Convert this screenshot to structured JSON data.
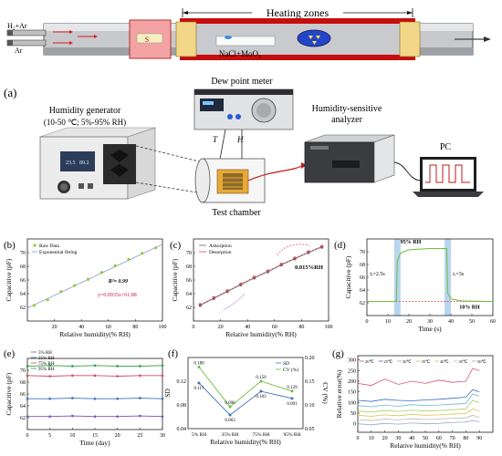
{
  "furnace": {
    "heating_zones_label": "Heating zones",
    "gas_label": "H₂+Ar",
    "ar_label": "Ar",
    "boat_label": "S",
    "material_label": "NaCl+MoO₃"
  },
  "setup": {
    "panel_label": "(a)",
    "humidity_generator": "Humidity generator",
    "humidity_range": "(10-50 ℃; 5%-95% RH)",
    "dew_point_meter": "Dew point meter",
    "analyzer_line1": "Humidity-sensitive",
    "analyzer_line2": "analyzer",
    "pc": "PC",
    "test_chamber": "Test chamber",
    "t_label": "T",
    "h_label": "H"
  },
  "chart_data": [
    {
      "id": "b",
      "panel_label": "(b)",
      "type": "scatter",
      "xlabel": "Relative humidity(% RH)",
      "ylabel": "Capacitive (pF)",
      "xlim": [
        0,
        100
      ],
      "ylim": [
        60,
        72
      ],
      "xticks": [
        20,
        40,
        60,
        80,
        100
      ],
      "yticks": [
        62,
        64,
        66,
        68,
        70
      ],
      "legend": [
        "Raw Data",
        "Exponential fitting"
      ],
      "r2": "R²= 0.99",
      "equation": "y=0.0935x+61.88",
      "points": [
        [
          5,
          62.3
        ],
        [
          15,
          63.1
        ],
        [
          25,
          64.3
        ],
        [
          35,
          65.2
        ],
        [
          45,
          66.1
        ],
        [
          55,
          67.1
        ],
        [
          65,
          68.1
        ],
        [
          75,
          69.0
        ],
        [
          85,
          69.9
        ],
        [
          95,
          70.7
        ]
      ],
      "fit": [
        [
          0,
          61.88
        ],
        [
          100,
          71.23
        ]
      ]
    },
    {
      "id": "c",
      "panel_label": "(c)",
      "type": "line",
      "xlabel": "Relative humidity(% RH)",
      "ylabel": "Capacitive (pF)",
      "xlim": [
        0,
        100
      ],
      "ylim": [
        60,
        72
      ],
      "xticks": [
        0,
        20,
        40,
        60,
        80,
        100
      ],
      "yticks": [
        62,
        64,
        66,
        68,
        70
      ],
      "legend": [
        "Adsorption",
        "Desorption"
      ],
      "annotation": "0.015%RH",
      "series": [
        {
          "name": "Adsorption",
          "values": [
            [
              5,
              62.3
            ],
            [
              15,
              63.3
            ],
            [
              25,
              64.3
            ],
            [
              35,
              65.3
            ],
            [
              45,
              66.3
            ],
            [
              55,
              67.2
            ],
            [
              65,
              68.2
            ],
            [
              75,
              69.1
            ],
            [
              85,
              70.0
            ],
            [
              95,
              70.8
            ]
          ]
        },
        {
          "name": "Desorption",
          "values": [
            [
              5,
              62.4
            ],
            [
              15,
              63.4
            ],
            [
              25,
              64.4
            ],
            [
              35,
              65.4
            ],
            [
              45,
              66.4
            ],
            [
              55,
              67.3
            ],
            [
              65,
              68.3
            ],
            [
              75,
              69.2
            ],
            [
              85,
              70.1
            ],
            [
              95,
              70.9
            ]
          ]
        }
      ]
    },
    {
      "id": "d",
      "panel_label": "(d)",
      "type": "line",
      "xlabel": "Time (s)",
      "ylabel": "Capacitive (pF)",
      "xlim": [
        0,
        60
      ],
      "ylim": [
        60,
        72
      ],
      "xticks": [
        0,
        10,
        20,
        30,
        40,
        50,
        60
      ],
      "yticks": [
        62,
        64,
        66,
        68,
        70
      ],
      "annotations": [
        "95% RH",
        "10% RH",
        "tᵣ=2.5s",
        "tᵣ=3s"
      ],
      "values": [
        [
          0,
          62.2
        ],
        [
          14,
          62.2
        ],
        [
          14.5,
          68.5
        ],
        [
          16,
          69.8
        ],
        [
          20,
          70.3
        ],
        [
          30,
          70.5
        ],
        [
          38,
          70.5
        ],
        [
          38.5,
          63.5
        ],
        [
          40,
          62.6
        ],
        [
          45,
          62.3
        ],
        [
          60,
          62.2
        ]
      ]
    },
    {
      "id": "e",
      "panel_label": "(e)",
      "type": "line",
      "xlabel": "Time (day)",
      "ylabel": "Capacitive (pF)",
      "xlim": [
        0,
        30
      ],
      "ylim": [
        60,
        72
      ],
      "xticks": [
        0,
        5,
        10,
        15,
        20,
        25,
        30
      ],
      "yticks": [
        62,
        64,
        66,
        68,
        70
      ],
      "legend": [
        "5% RH",
        "35% RH",
        "75% RH",
        "95% RH"
      ],
      "x": [
        0,
        5,
        10,
        15,
        20,
        25,
        30
      ],
      "series": [
        {
          "name": "5% RH",
          "values": [
            62.2,
            62.2,
            62.3,
            62.2,
            62.2,
            62.3,
            62.2
          ]
        },
        {
          "name": "35% RH",
          "values": [
            65.2,
            65.2,
            65.3,
            65.2,
            65.2,
            65.3,
            65.2
          ]
        },
        {
          "name": "75% RH",
          "values": [
            69.1,
            69.0,
            69.1,
            69.1,
            69.0,
            69.1,
            69.1
          ]
        },
        {
          "name": "95% RH",
          "values": [
            70.7,
            70.8,
            70.7,
            70.8,
            70.7,
            70.7,
            70.8
          ]
        }
      ]
    },
    {
      "id": "f",
      "panel_label": "(f)",
      "type": "line",
      "xlabel": "Relative humidity(% RH)",
      "ylabel": "SD",
      "y2label": "CV (%)",
      "categories": [
        "5% RH",
        "35% RH",
        "75% RH",
        "95% RH"
      ],
      "ylim": [
        0.04,
        0.16
      ],
      "y2lim": [
        0.05,
        0.2
      ],
      "yticks": [
        0.04,
        0.08,
        0.12
      ],
      "y2ticks": [
        0.05,
        0.1,
        0.15,
        0.2
      ],
      "legend": [
        "SD",
        "CV (%)"
      ],
      "series": [
        {
          "name": "SD",
          "values": [
            0.117,
            0.063,
            0.103,
            0.091
          ],
          "labels": [
            "0.117",
            "0.063",
            "0.103",
            "0.091"
          ]
        },
        {
          "name": "CV (%)",
          "values": [
            0.18,
            0.096,
            0.15,
            0.129
          ],
          "labels": [
            "0.180",
            "0.096",
            "0.150",
            "0.129"
          ]
        }
      ]
    },
    {
      "id": "g",
      "panel_label": "(g)",
      "type": "line",
      "xlabel": "Relative humidity(% RH)",
      "ylabel": "Relative error(%)",
      "xlim": [
        0,
        100
      ],
      "ylim": [
        -40,
        320
      ],
      "xticks": [
        0,
        10,
        20,
        30,
        40,
        50,
        60,
        70,
        80,
        90
      ],
      "yticks": [
        0,
        50,
        100,
        150,
        200,
        250,
        300
      ],
      "legend": [
        "20℃",
        "25℃",
        "30℃",
        "35℃",
        "40℃",
        "45℃",
        "50℃"
      ],
      "x": [
        0,
        10,
        20,
        30,
        40,
        50,
        60,
        70,
        80,
        85,
        90
      ],
      "series": [
        {
          "name": "20℃",
          "values": [
            190,
            180,
            210,
            185,
            200,
            190,
            205,
            195,
            200,
            260,
            250
          ]
        },
        {
          "name": "25℃",
          "values": [
            110,
            105,
            115,
            110,
            108,
            112,
            115,
            120,
            125,
            160,
            150
          ]
        },
        {
          "name": "30℃",
          "values": [
            85,
            80,
            88,
            82,
            90,
            86,
            88,
            92,
            95,
            140,
            130
          ]
        },
        {
          "name": "35℃",
          "values": [
            60,
            55,
            62,
            58,
            64,
            60,
            62,
            66,
            70,
            110,
            100
          ]
        },
        {
          "name": "40℃",
          "values": [
            40,
            35,
            42,
            38,
            44,
            40,
            42,
            46,
            48,
            70,
            60
          ]
        },
        {
          "name": "45℃",
          "values": [
            20,
            15,
            22,
            18,
            24,
            20,
            22,
            26,
            28,
            40,
            30
          ]
        },
        {
          "name": "50℃",
          "values": [
            0,
            -5,
            2,
            -2,
            4,
            0,
            2,
            6,
            8,
            15,
            10
          ]
        }
      ]
    }
  ]
}
